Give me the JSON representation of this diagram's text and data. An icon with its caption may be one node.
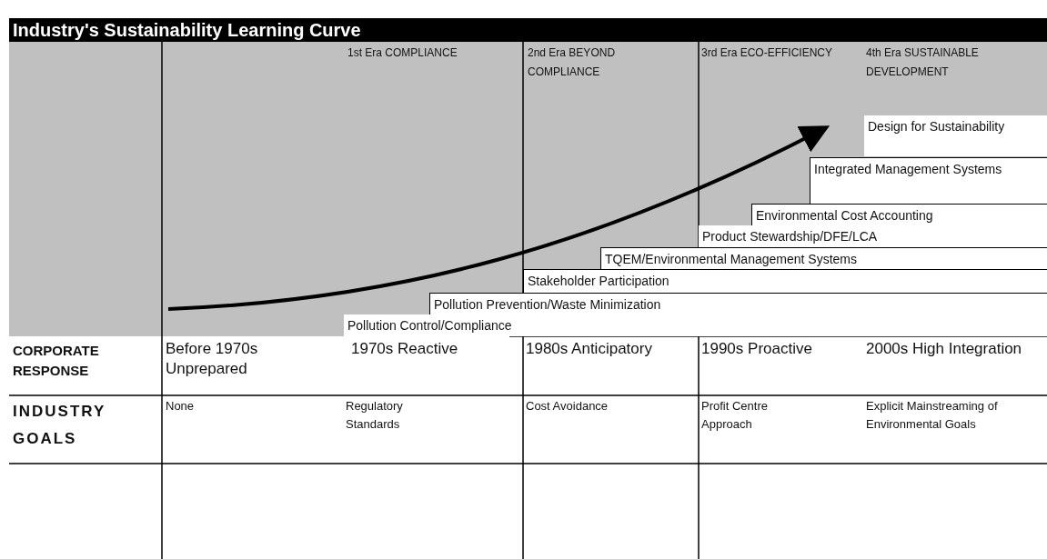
{
  "diagram": {
    "title": "Industry's Sustainability Learning Curve",
    "nodes": [
      {
        "text": [
          "Design for Sustainability"
        ]
      },
      {
        "text": [
          "Integrated Management Systems"
        ]
      },
      {
        "text": [
          "Environmental Cost Accounting"
        ]
      },
      {
        "text": [
          "Product Stewardship/DFE/LCA"
        ]
      },
      {
        "text": [
          "TQEM/Environmental Management Systems"
        ]
      },
      {
        "text": [
          "Stakeholder Participation"
        ]
      },
      {
        "text": [
          "Pollution Prevention/Waste Minimization"
        ]
      },
      {
        "text": [
          "Pollution Control/Compliance"
        ]
      }
    ],
    "edges": [],
    "labels": [
      "1st Era COMPLIANCE",
      "2nd Era BEYOND COMPLIANCE",
      "3rd Era ECO-EFFICIENCY",
      "4th Era SUSTAINABLE DEVELOPMENT",
      "CORPORATE RESPONSE",
      "Before 1970s Unprepared",
      "1970s Reactive",
      "1980s Anticipatory",
      "1990s Proactive",
      "2000s High Integration",
      "INDUSTRY GOALS",
      "None",
      "Regulatory Standards",
      "Cost Avoidance",
      "Profit Centre Approach",
      "Explicit Mainstreaming of Environmental Goals"
    ]
  }
}
